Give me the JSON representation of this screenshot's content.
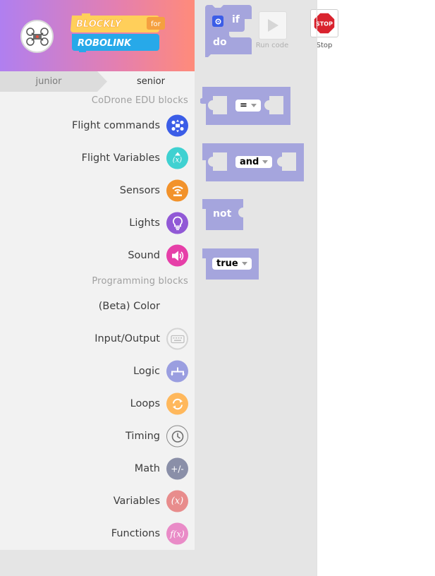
{
  "header": {
    "logo_line1": "BLOCKLY",
    "logo_for": "for",
    "logo_line2": "ROBOLINK"
  },
  "level_tabs": {
    "junior": "junior",
    "senior": "senior"
  },
  "sections": {
    "codrone": "CoDrone EDU blocks",
    "programming": "Programming blocks"
  },
  "categories": [
    {
      "label": "Flight commands",
      "icon": "drone-icon",
      "color": "#3b5de7"
    },
    {
      "label": "Flight Variables",
      "icon": "flight-variable-icon",
      "color": "#3fd1d1"
    },
    {
      "label": "Sensors",
      "icon": "sensor-icon",
      "color": "#f2922b"
    },
    {
      "label": "Lights",
      "icon": "lightbulb-icon",
      "color": "#9159d6"
    },
    {
      "label": "Sound",
      "icon": "speaker-icon",
      "color": "#e63fa8"
    },
    {
      "label": "(Beta) Color",
      "icon": "",
      "color": ""
    },
    {
      "label": "Input/Output",
      "icon": "keyboard-icon",
      "color": "#d4d4d4"
    },
    {
      "label": "Logic",
      "icon": "logic-icon",
      "color": "#9a9ee0"
    },
    {
      "label": "Loops",
      "icon": "loop-icon",
      "color": "#ffb85c"
    },
    {
      "label": "Timing",
      "icon": "clock-icon",
      "color": "#f2f2f2"
    },
    {
      "label": "Math",
      "icon": "math-icon",
      "color": "#8a8fa8"
    },
    {
      "label": "Variables",
      "icon": "variable-icon",
      "color": "#e88c8c"
    },
    {
      "label": "Functions",
      "icon": "function-icon",
      "color": "#e98bc7"
    }
  ],
  "category_icon_text": {
    "flight_variables": "(x)",
    "math": "+/-",
    "variables": "(x)",
    "functions": "f(x)"
  },
  "blocks": {
    "if_label": "if",
    "do_label": "do",
    "compare_op": "=",
    "logic_op": "and",
    "not_label": "not",
    "bool_value": "true",
    "block_color": "#a5a5dd"
  },
  "toolbar": {
    "run_label": "Run code",
    "stop_label": "Stop",
    "stop_sign_text": "STOP"
  }
}
